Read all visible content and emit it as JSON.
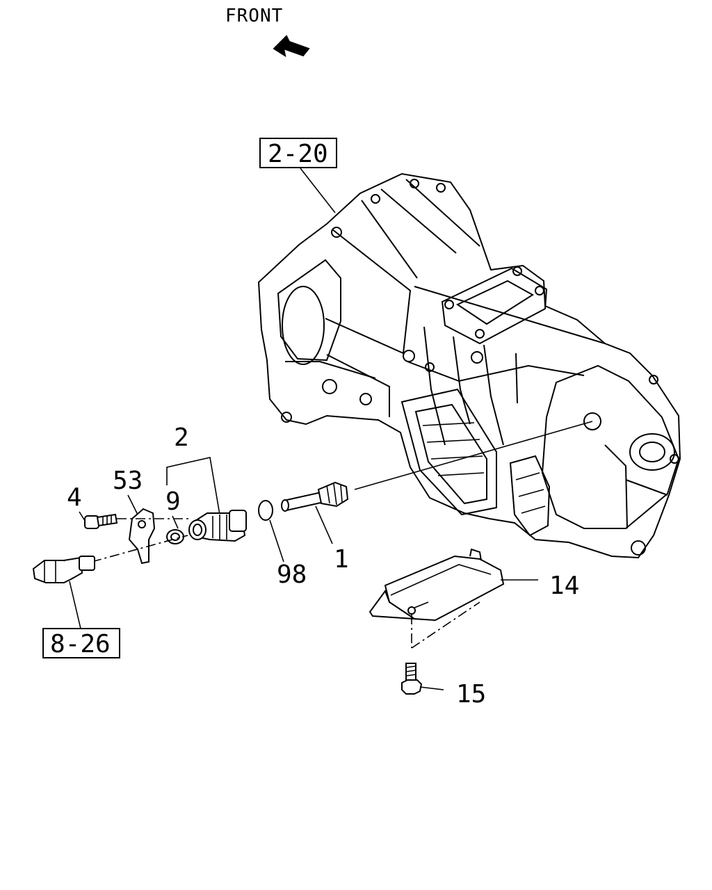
{
  "header": {
    "front_label": "FRONT"
  },
  "references": {
    "transmission_ref": "2-20",
    "sensor_ref": "8-26"
  },
  "callouts": {
    "speedometer_assembly": "2",
    "bracket": "53",
    "bolt": "4",
    "seal": "9",
    "o_ring": "98",
    "driven_gear": "1",
    "cover": "14",
    "cover_bolt": "15"
  }
}
